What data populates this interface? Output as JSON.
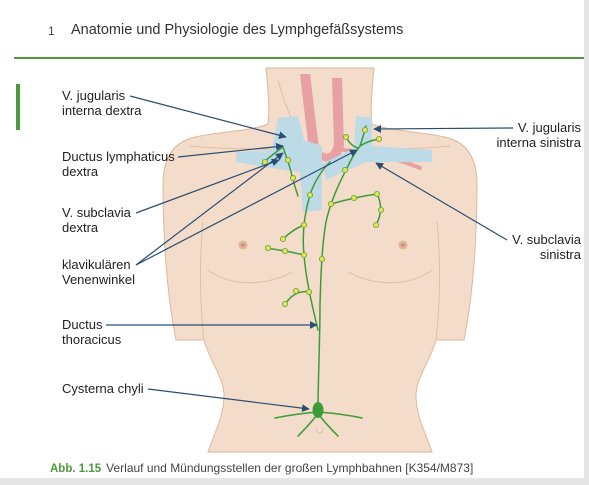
{
  "header": {
    "chapter_number": "1",
    "chapter_title": "Anatomie und Physiologie des Lymphgefäßsystems"
  },
  "figure": {
    "labels_left": [
      {
        "lines": [
          "V. jugularis",
          "interna dextra"
        ]
      },
      {
        "lines": [
          "Ductus lymphaticus",
          "dextra"
        ]
      },
      {
        "lines": [
          "V. subclavia",
          "dextra"
        ]
      },
      {
        "lines": [
          "klavikulären",
          "Venenwinkel"
        ]
      },
      {
        "lines": [
          "Ductus",
          "thoracicus"
        ]
      },
      {
        "lines": [
          "Cysterna chyli"
        ]
      }
    ],
    "labels_right": [
      {
        "lines": [
          "V. jugularis",
          "interna sinistra"
        ]
      },
      {
        "lines": [
          "V. subclavia",
          "sinistra"
        ]
      }
    ]
  },
  "caption": {
    "number": "Abb. 1.15",
    "text": "Verlauf und Mündungsstellen der großen Lymphbahnen [K354/M873]"
  },
  "colors": {
    "accent_green": "#4c9a3e",
    "lymph_vessel": "#3e9b3a",
    "lymph_node": "#e9e24b",
    "vein": "#bcdbe6",
    "artery": "#e7a0a3",
    "skin": "#f3dcc9",
    "leader_line": "#2a4d73"
  }
}
